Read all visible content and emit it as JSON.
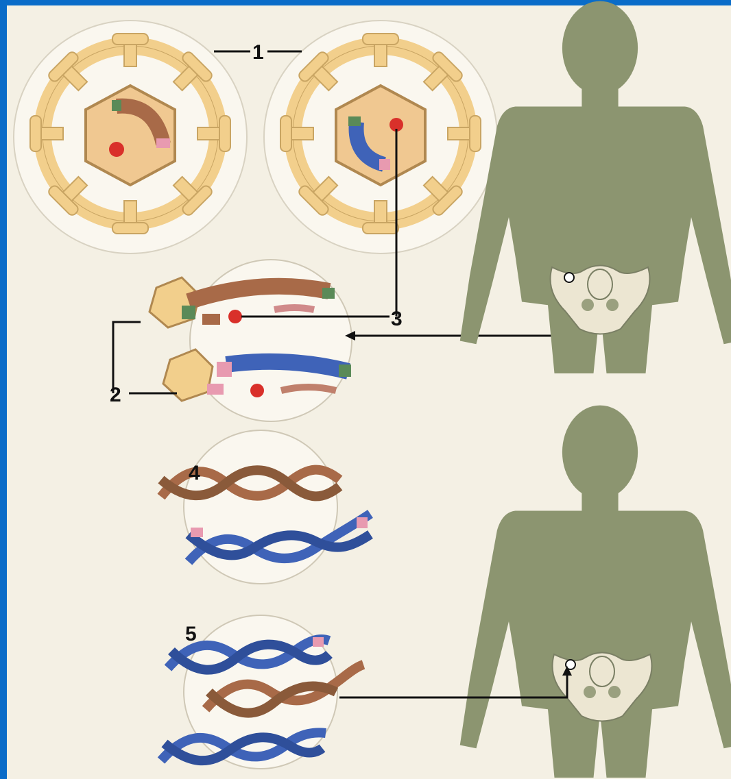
{
  "labels": {
    "l1": "1",
    "l2": "2",
    "l3": "3",
    "l4": "4",
    "l5": "5"
  },
  "colors": {
    "frame": "#0a6cc8",
    "background": "#f4f0e4",
    "virus_capsule": "#f2cf8c",
    "virus_outline": "#c9a563",
    "silhouette": "#8c9570",
    "strand_brown": "#a86a48",
    "strand_blue": "#3f63b8",
    "strand_pink": "#e89ab0",
    "strand_green": "#5a8a58",
    "red_dot": "#d9302a",
    "pelvis": "#ece6d2"
  }
}
